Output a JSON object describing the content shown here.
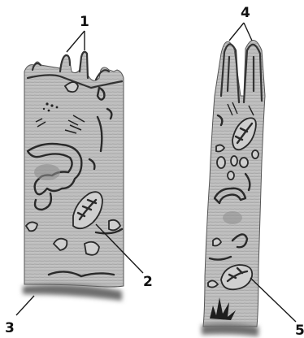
{
  "labels": {
    "l1": "1",
    "l2": "2",
    "l3": "3",
    "l4": "4",
    "l5": "5"
  },
  "colors": {
    "cytoplasm": "#b9b9b9",
    "cytoplasm_dark": "#9c9c9c",
    "outline": "#2a2a2a",
    "basement": "#6e6e6e"
  }
}
